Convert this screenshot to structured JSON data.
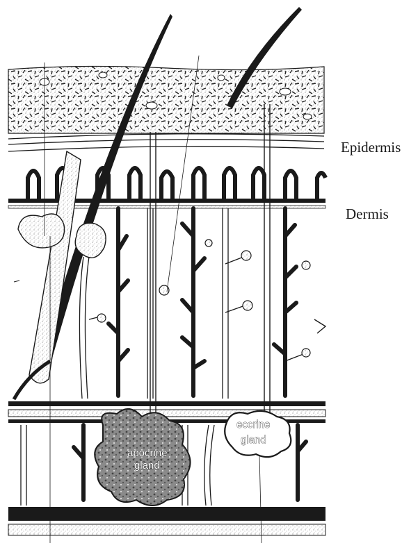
{
  "labels": {
    "epidermis": "Epidermis",
    "dermis": "Dermis",
    "eccrine_line1": "eccrine",
    "eccrine_line2": "gland",
    "apocrine_line1": "apocrine",
    "apocrine_line2": "gland"
  },
  "colors": {
    "ink": "#1a1a1a",
    "stipple": "#9a9a9a",
    "background": "#ffffff"
  }
}
